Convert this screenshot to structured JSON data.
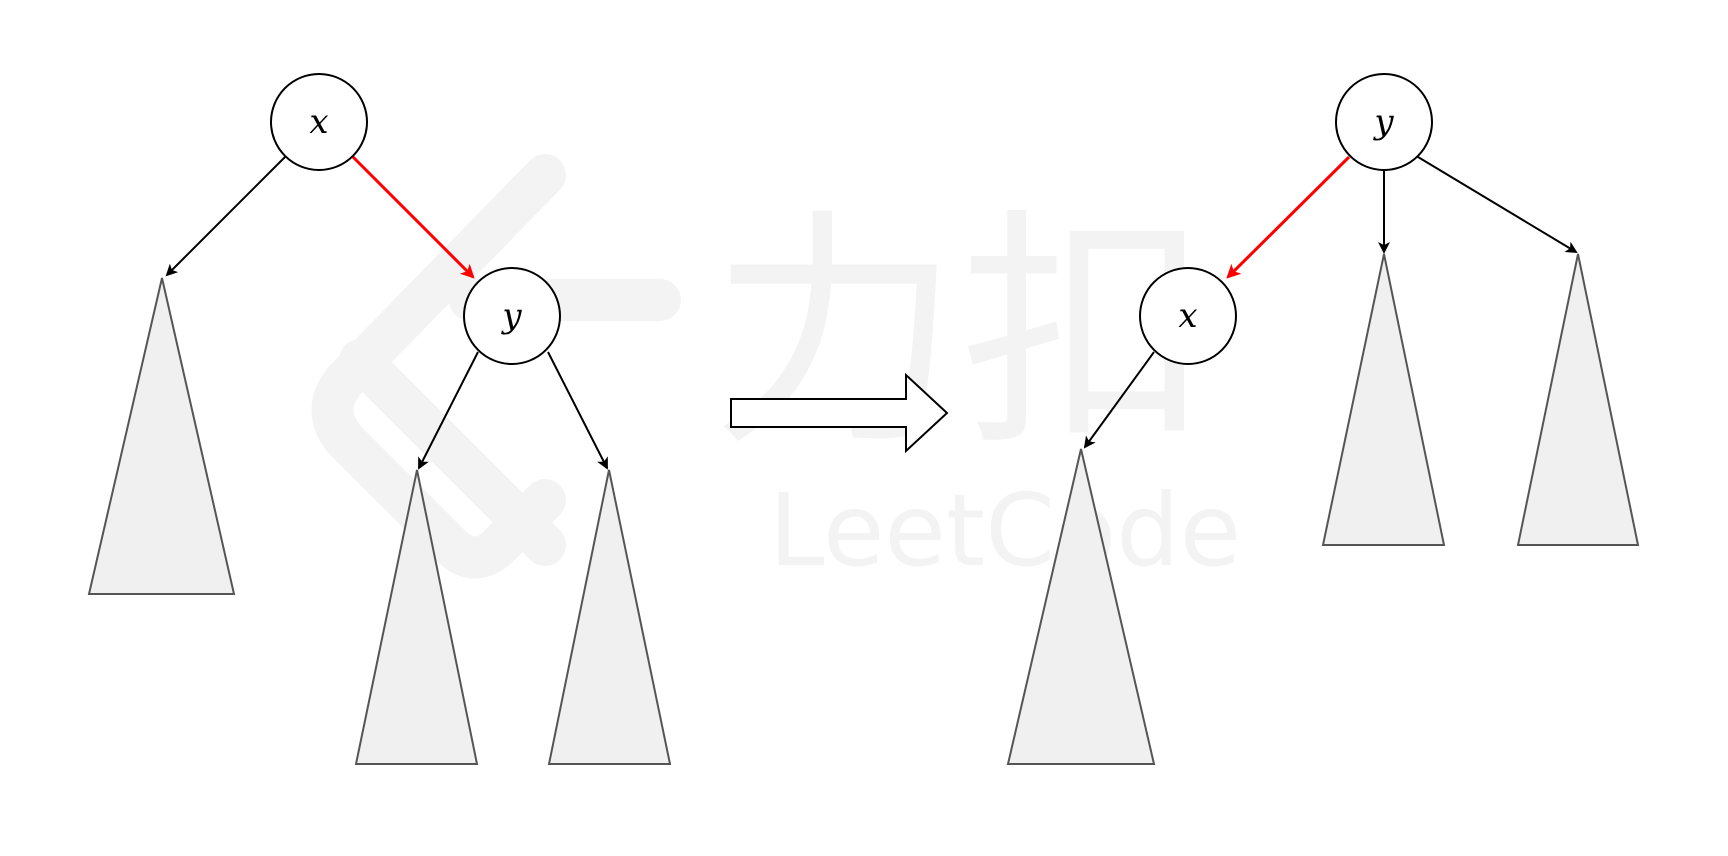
{
  "watermark": {
    "logo_text": "力扣",
    "brand_text": "LeetCode",
    "color": "#f3f3f3"
  },
  "colors": {
    "node_fill": "#ffffff",
    "node_stroke": "#000000",
    "edge": "#000000",
    "highlight_edge": "#ff0000",
    "subtree_fill": "#f0f0f0",
    "subtree_stroke": "#555555",
    "transform_arrow_fill": "#ffffff"
  },
  "before": {
    "nodes": [
      {
        "id": "x",
        "label": "x"
      },
      {
        "id": "y",
        "label": "y"
      }
    ],
    "edges": [
      {
        "from": "x",
        "to": "subtree-left",
        "highlight": false
      },
      {
        "from": "x",
        "to": "y",
        "highlight": true
      },
      {
        "from": "y",
        "to": "subtree-left",
        "highlight": false
      },
      {
        "from": "y",
        "to": "subtree-right",
        "highlight": false
      }
    ]
  },
  "after": {
    "nodes": [
      {
        "id": "y",
        "label": "y"
      },
      {
        "id": "x",
        "label": "x"
      }
    ],
    "edges": [
      {
        "from": "y",
        "to": "x",
        "highlight": true
      },
      {
        "from": "y",
        "to": "subtree-middle",
        "highlight": false
      },
      {
        "from": "y",
        "to": "subtree-right",
        "highlight": false
      },
      {
        "from": "x",
        "to": "subtree-left",
        "highlight": false
      }
    ]
  }
}
